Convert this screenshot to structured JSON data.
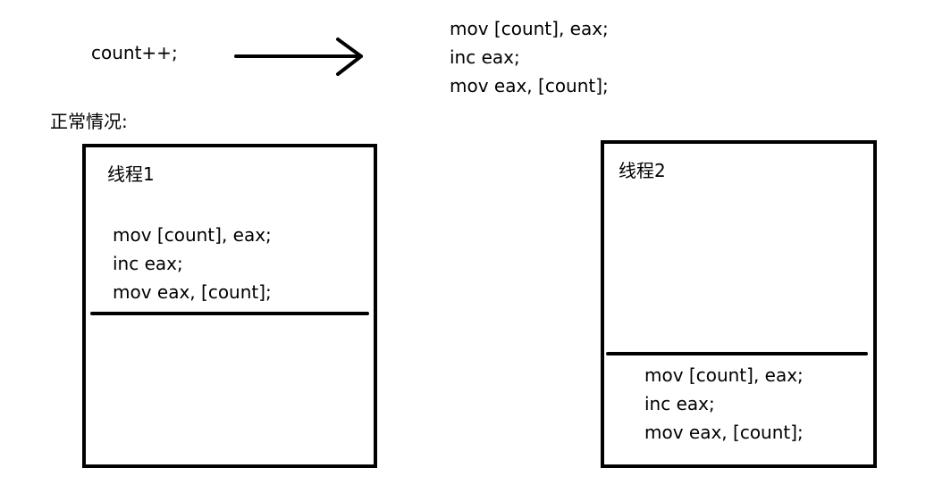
{
  "top": {
    "source_statement": "count++;",
    "assembly": [
      "mov [count], eax;",
      "inc eax;",
      "mov eax, [count];"
    ]
  },
  "section_title": "正常情况:",
  "thread1": {
    "label": "线程1",
    "code": [
      "mov [count], eax;",
      "inc eax;",
      "mov eax, [count];"
    ]
  },
  "thread2": {
    "label": "线程2",
    "code": [
      "mov [count], eax;",
      "inc eax;",
      "mov eax, [count];"
    ]
  },
  "colors": {
    "stroke": "#000000",
    "background": "#ffffff"
  }
}
